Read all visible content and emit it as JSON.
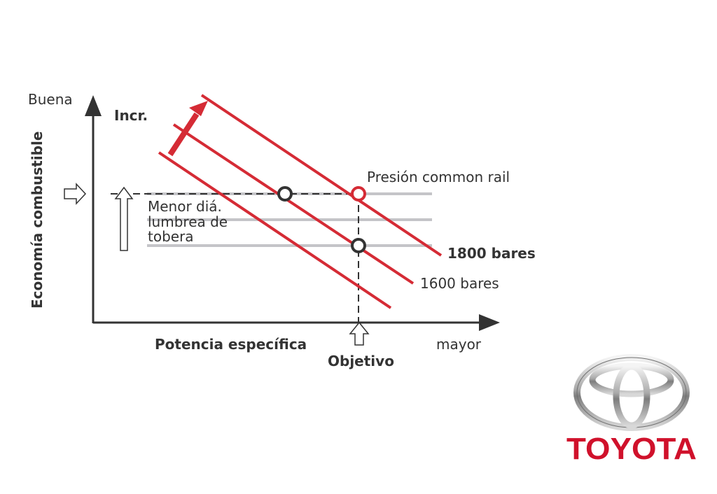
{
  "labels": {
    "y_top": "Buena",
    "y_axis": "Economía combustible",
    "x_axis": "Potencia específica",
    "x_right": "mayor",
    "target": "Objetivo",
    "increase": "Incr.",
    "pressure": "Presión common rail",
    "nozzle_line1": "Menor diá.",
    "nozzle_line2": "lumbrea de",
    "nozzle_line3": "tobera",
    "line_1800": "1800 bares",
    "line_1600": "1600 bares"
  },
  "brand": {
    "name": "TOYOTA",
    "color": "#d0112b"
  },
  "colors": {
    "axis": "#333333",
    "red_line": "#d52b35",
    "gray_line": "#c4c4c8",
    "marker_dark": "#333333",
    "marker_red": "#d52b35"
  }
}
